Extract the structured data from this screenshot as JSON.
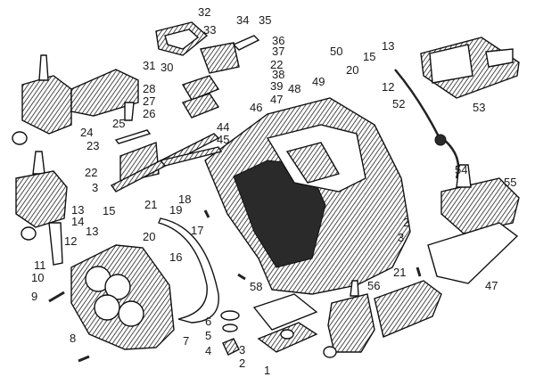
{
  "figure": {
    "type": "exploded-parts-diagram",
    "callouts": [
      "32",
      "34",
      "35",
      "33",
      "36",
      "37",
      "22",
      "38",
      "39",
      "31",
      "30",
      "28",
      "27",
      "26",
      "25",
      "24",
      "23",
      "22",
      "3",
      "44",
      "45",
      "46",
      "47",
      "48",
      "50",
      "49",
      "20",
      "15",
      "13",
      "12",
      "52",
      "53",
      "54",
      "55",
      "13",
      "14",
      "12",
      "11",
      "15",
      "13",
      "21",
      "19",
      "18",
      "17",
      "20",
      "16",
      "10",
      "9",
      "8",
      "7",
      "6",
      "5",
      "4",
      "3",
      "2",
      "1",
      "58",
      "2",
      "3",
      "21",
      "47",
      "56"
    ]
  },
  "colors": {
    "ink": "#1a1a1a",
    "paper": "#ffffff"
  }
}
